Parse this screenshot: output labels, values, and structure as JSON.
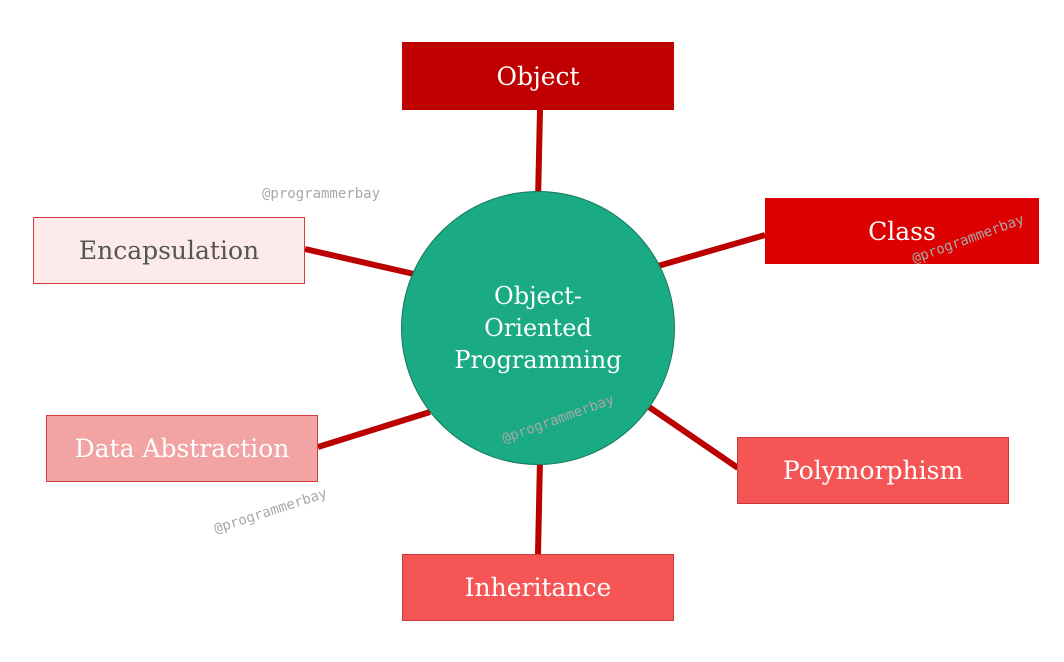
{
  "center": {
    "lines": [
      "Object-",
      "Oriented",
      "Programming"
    ],
    "fill": "#1aaa84"
  },
  "nodes": [
    {
      "label": "Object",
      "fill": "#c00000",
      "text_color": "#ffffff"
    },
    {
      "label": "Class",
      "fill": "#dd0000",
      "text_color": "#ffffff"
    },
    {
      "label": "Encapsulation",
      "fill": "#fdeaea",
      "text_color": "#555555"
    },
    {
      "label": "Data Abstraction",
      "fill": "#f2a3a3",
      "text_color": "#ffffff"
    },
    {
      "label": "Polymorphism",
      "fill": "#f55555",
      "text_color": "#ffffff"
    },
    {
      "label": "Inheritance",
      "fill": "#f55555",
      "text_color": "#ffffff"
    }
  ],
  "connector_color": "#bb0000",
  "watermark": "@programmerbay"
}
